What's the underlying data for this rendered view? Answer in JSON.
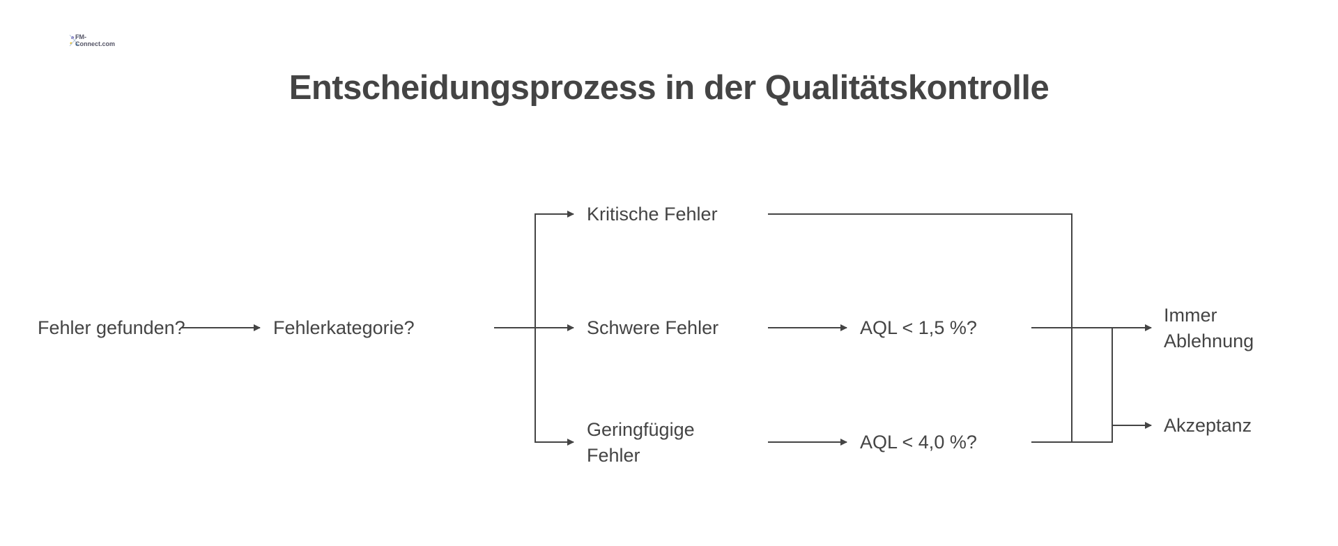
{
  "logo": {
    "text": "FM-Connect.com"
  },
  "title": "Entscheidungsprozess in der Qualitätskontrolle",
  "nodes": {
    "start": "Fehler gefunden?",
    "category": "Fehlerkategorie?",
    "critical": "Kritische Fehler",
    "major": "Schwere Fehler",
    "minor_line1": "Geringfügige",
    "minor_line2": "Fehler",
    "aql_major": "AQL < 1,5 %?",
    "aql_minor": "AQL < 4,0 %?",
    "reject_line1": "Immer",
    "reject_line2": "Ablehnung",
    "accept": "Akzeptanz"
  },
  "colors": {
    "line": "#444444",
    "text": "#444444"
  }
}
